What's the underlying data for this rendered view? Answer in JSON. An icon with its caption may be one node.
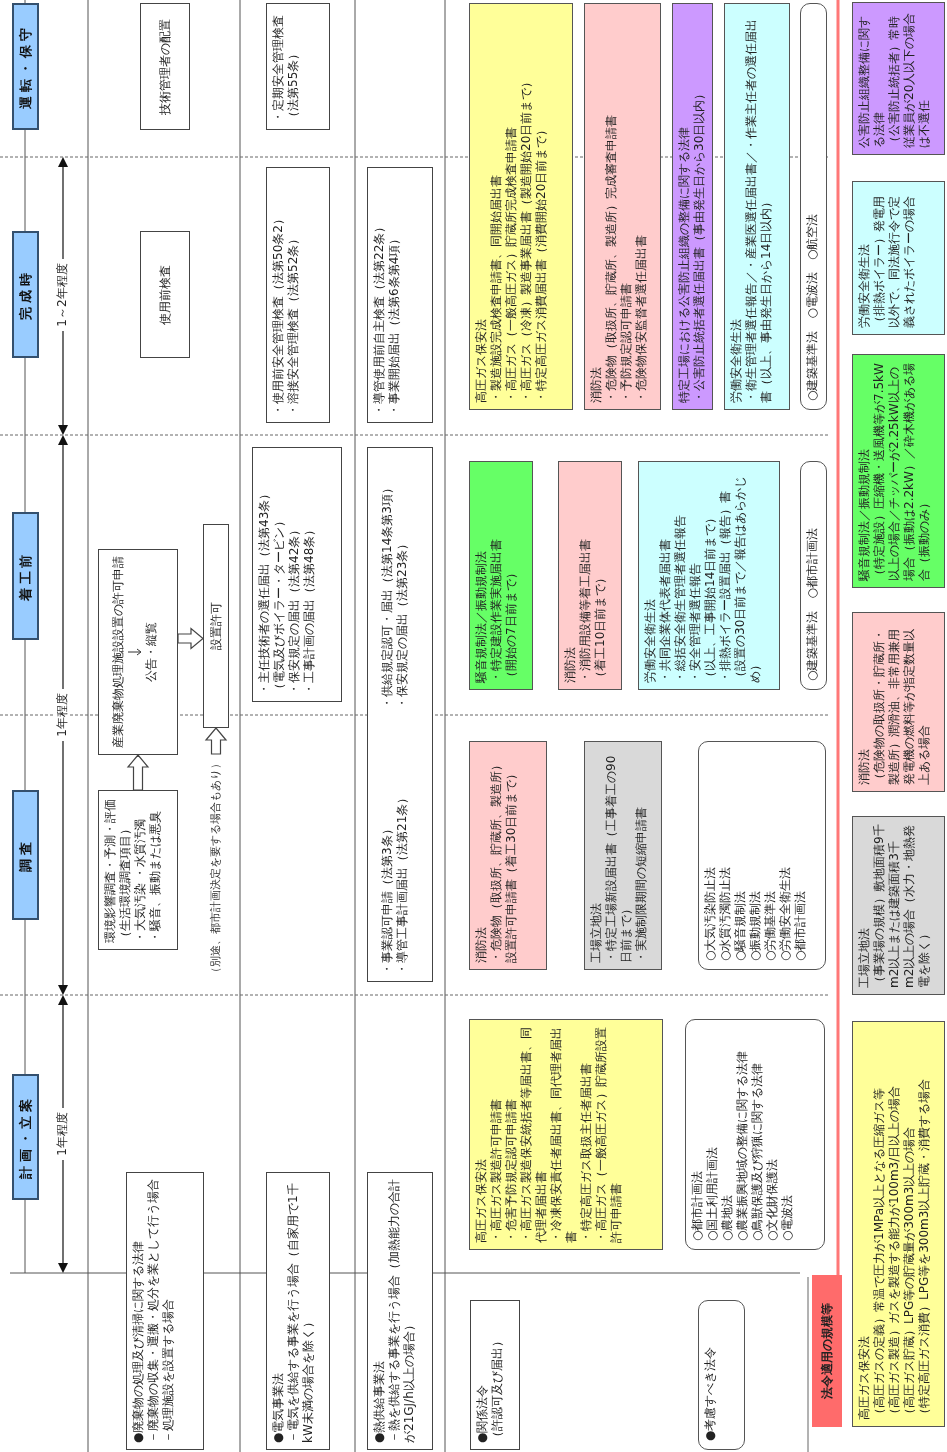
{
  "diagram": {
    "nodes": [
      {
        "text": [
          "計画・立案"
        ]
      },
      {
        "text": [
          "調査"
        ]
      },
      {
        "text": [
          "着工前"
        ]
      },
      {
        "text": [
          "完成時"
        ]
      },
      {
        "text": [
          "運転・保守"
        ]
      },
      {
        "text": [
          "●廃棄物の処理及び清掃に関する法律",
          "－廃棄物の収集・運搬・処分を業として行う場合",
          "－処理施設を設置する場合"
        ]
      },
      {
        "text": [
          "●電気事業法",
          "－電気を供給する事業を行う場合（自家用で1千kW未満の場合を除く）"
        ]
      },
      {
        "text": [
          "●熱供給事業法",
          "－熱を供給する事業を行う場合（加熱能力の合計が21GJ/h以上の場合）"
        ]
      },
      {
        "text": [
          "●関係法令",
          "（許認可及び届出）"
        ]
      },
      {
        "text": [
          "●考慮すべき法令"
        ]
      },
      {
        "text": [
          "法令適用の規模等"
        ]
      },
      {
        "text": [
          "環境影響調査・予測・評価",
          "（生活環境調査項目）",
          "・大気汚染 ・水質汚濁",
          "・騒音、振動または悪臭"
        ]
      },
      {
        "text": [
          "（別途、都市計画決定を要する場合もあり）"
        ]
      },
      {
        "text": [
          "産業廃棄物処理施設設置の許可申請",
          "公告・縦覧"
        ]
      },
      {
        "text": [
          "設置許可"
        ]
      },
      {
        "text": [
          "技術管理者の配置"
        ]
      },
      {
        "text": [
          "使用前検査"
        ]
      },
      {
        "text": [
          "・主任技術者の選任届出（法第43条）",
          "（電気及びボイラー・タービン）",
          "・保安規定の届出（法第42条）",
          "・工事計画の届出（法第48条）"
        ]
      },
      {
        "text": [
          "・使用前安全管理検査（法第50条2）",
          "・溶接安全管理検査（法第52条）"
        ]
      },
      {
        "text": [
          "・定期安全管理検査（法第55条）"
        ]
      },
      {
        "text": [
          "・事業認可申請（法第3条）",
          "・導管工事計画届出（法第21条）",
          "・供給規定認可・届出（法第14条第3項）",
          "・保安規定の届出（法第23条）"
        ]
      },
      {
        "text": [
          "・導管使用前自主検査（法第22条）",
          "・事業開始届出（法第6条第4項）"
        ]
      },
      {
        "text": [
          "高圧ガス保安法",
          "・高圧ガス製造許可申請書",
          "・危害予防規定認可申請書",
          "・高圧ガス製造保安統括者等届出書、同代理者届出書",
          "・冷凍保安責任者届出書、同代理者届出書",
          "・特定高圧ガス取扱主任者届出書",
          "・高圧ガス（一般高圧ガス）貯蔵所設置許可申請書"
        ]
      },
      {
        "text": [
          "○都市計画法",
          "○国土利用計画法",
          "○農地法",
          "○農業振興地域の整備に関する法律",
          "○鳥獣保護及び狩猟に関する法律",
          "○文化財保護法",
          "○電波法"
        ]
      },
      {
        "text": [
          "消防法",
          "・危険物（取扱所、貯蔵所、製造所）設置許可申請書（着工30日前まで）"
        ]
      },
      {
        "text": [
          "工場立地法",
          "・特定工場新設届出書（工事着工の90日前まで）",
          "・実施制限期間の短縮申請書"
        ]
      },
      {
        "text": [
          "○大気汚染防止法",
          "○水質汚濁防止法",
          "○騒音規制法",
          "○振動規制法",
          "○労働基準法",
          "○労働安全衛生法",
          "○都市計画法"
        ]
      },
      {
        "text": [
          "騒音規制法／振動規制法",
          "・特定建設作業実施届出書",
          "（開始の7日前まで）"
        ]
      },
      {
        "text": [
          "消防法",
          "・消防用設備等着工届出書",
          "（着工10日前まで）"
        ]
      },
      {
        "text": [
          "労働安全衛生法",
          "・共同企業体代表者届出書",
          "・総括安全衛生管理者選任報告",
          "・安全管理者選任報告",
          "（以上、工事開始14日前まで）",
          "・排熱ボイラー設置届出（報告）書",
          "（設置の30日前まで／報告はあらかじめ）"
        ]
      },
      {
        "text": [
          "○建築基準法",
          "○都市計画法"
        ]
      },
      {
        "text": [
          "高圧ガス保安法",
          "・製造施設完成検査申請書、同開始届出書",
          "・高圧ガス（一般高圧ガス）貯蔵所完成検査申請書",
          "・高圧ガス（冷凍）製造事業届出書（製造開始20日前まで）",
          "・特定高圧ガス消費届出書（消費開始20日前まで）"
        ]
      },
      {
        "text": [
          "消防法",
          "・危険物（取扱所、貯蔵所、製造所）完成審査申請書",
          "・予防規定認可申請書",
          "・危険物保安監督者選任届出書"
        ]
      },
      {
        "text": [
          "特定工場における公害防止組織の整備に関する法律",
          "・公害防止統括者選任届出書（事由発生日から30日以内）"
        ]
      },
      {
        "text": [
          "労働安全衛生法",
          "・衛生管理者選任報告／・産業医選任届出書／・作業主任者の選任届出書（以上、事由発生日から14日以内）"
        ]
      },
      {
        "text": [
          "○建築基準法",
          "○電波法",
          "○航空法"
        ]
      },
      {
        "text": [
          "高圧ガス保安法",
          "（高圧ガスの定義）常温で圧力が1MPa以上となる圧縮ガス等",
          "（高圧ガス製造）ガスを製造する能力が100m3/日以上の場合",
          "（高圧ガス貯蔵）LPG等の貯蔵量が300m3以上の場合",
          "（特定高圧ガス消費）LPG等を300m3以上貯蔵・消費する場合"
        ]
      },
      {
        "text": [
          "工場立地法",
          "（事業場の規模）敷地面積9千m2以上または建築面積3千m2以上の場合（水力・地熱発電を除く）"
        ]
      },
      {
        "text": [
          "消防法",
          "（危険物の取扱所・貯蔵所・製造所）潤滑油、非常用兼用発電機の燃料等が指定数量以上ある場合"
        ]
      },
      {
        "text": [
          "騒音規制法／振動規制法",
          "（特定施設）圧縮機・送風機等が7.5kW以上の場合／チッパーが2.25kW以上の場合（振動は2.2kW）／砕木機がある場合（振動のみ）"
        ]
      },
      {
        "text": [
          "労働安全衛生法",
          "（排熱ボイラー）発電用以外で、同法施行令で定義されたボイラーの場合"
        ]
      },
      {
        "text": [
          "公害防止組織整備に関する法律",
          "（公害防止統括者）常時従業員が20人以下の場合は不選任"
        ]
      }
    ],
    "edges": [
      {
        "from": 11,
        "to": 13,
        "arrow": "to"
      },
      {
        "from": 13,
        "to": 14,
        "arrow": "to"
      },
      {
        "from": 12,
        "to": 14,
        "arrow": "to"
      }
    ],
    "labels": [
      "1年程度",
      "1年程度",
      "1～2年程度"
    ]
  }
}
